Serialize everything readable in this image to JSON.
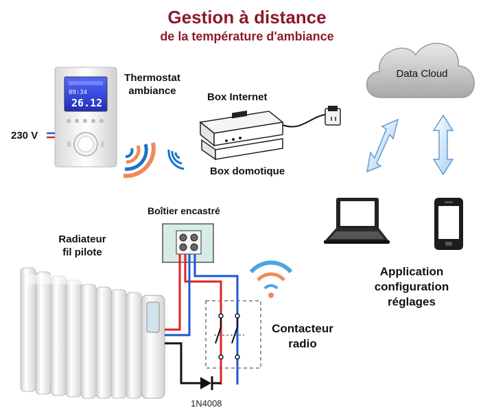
{
  "title": "Gestion à distance",
  "subtitle": "de la température d'ambiance",
  "labels": {
    "thermostat_line1": "Thermostat",
    "thermostat_line2": "ambiance",
    "voltage": "230 V",
    "box_internet": "Box Internet",
    "box_domotique": "Box domotique",
    "data_cloud": "Data Cloud",
    "boitier": "Boîtier encastré",
    "radiateur_line1": "Radiateur",
    "radiateur_line2": "fil pilote",
    "contacteur_line1": "Contacteur",
    "contacteur_line2": "radio",
    "app_line1": "Application",
    "app_line2": "configuration",
    "app_line3": "réglages",
    "diode": "1N4008"
  },
  "thermostat_display": {
    "time": "09:34",
    "temperature": "26.12"
  },
  "colors": {
    "title": "#8b1a2b",
    "wifi_orange": "#f08a5d",
    "wifi_blue": "#1a73c8",
    "wire_red": "#e02020",
    "wire_blue": "#1a56d6",
    "wire_black": "#111111",
    "arrow_blue": "#7fb4e0",
    "lcd_blue": "#2a3fd8"
  },
  "icons": [
    "thermostat-icon",
    "wifi-icon",
    "router-icon",
    "power-plug-icon",
    "cloud-icon",
    "laptop-icon",
    "smartphone-icon",
    "radiator-icon",
    "terminal-block-icon",
    "relay-switch-icon",
    "diode-icon"
  ]
}
